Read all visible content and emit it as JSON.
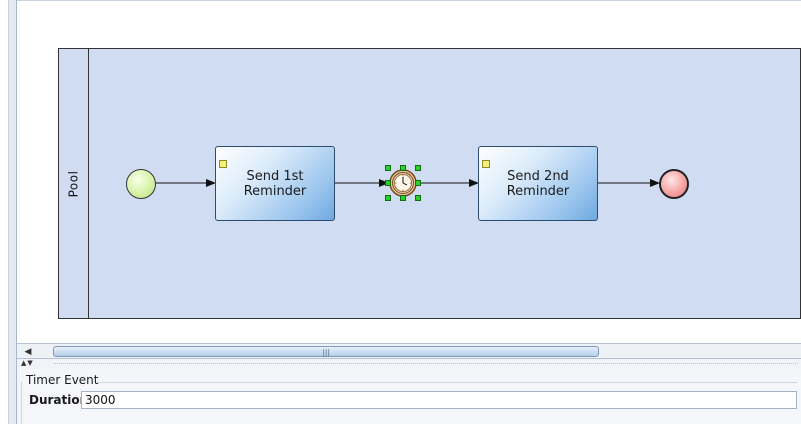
{
  "pool": {
    "label": "Pool"
  },
  "tasks": [
    {
      "id": "task1",
      "label_line1": "Send 1st",
      "label_line2": "Reminder"
    },
    {
      "id": "task2",
      "label_line1": "Send 2nd",
      "label_line2": "Reminder"
    }
  ],
  "events": {
    "start": {
      "type": "start-event",
      "color": "#d6f2a8"
    },
    "timer": {
      "type": "timer-intermediate-event",
      "selected": true,
      "icon": "clock-icon"
    },
    "end": {
      "type": "end-event",
      "color": "#f5a5a5"
    }
  },
  "properties": {
    "group_title": "Timer Event",
    "duration_label": "Duration",
    "duration_value": "3000"
  },
  "colors": {
    "pool_fill": "#cfdcf2",
    "task_gradient_end": "#6fa8e0",
    "selection_handle": "#28d12a"
  }
}
